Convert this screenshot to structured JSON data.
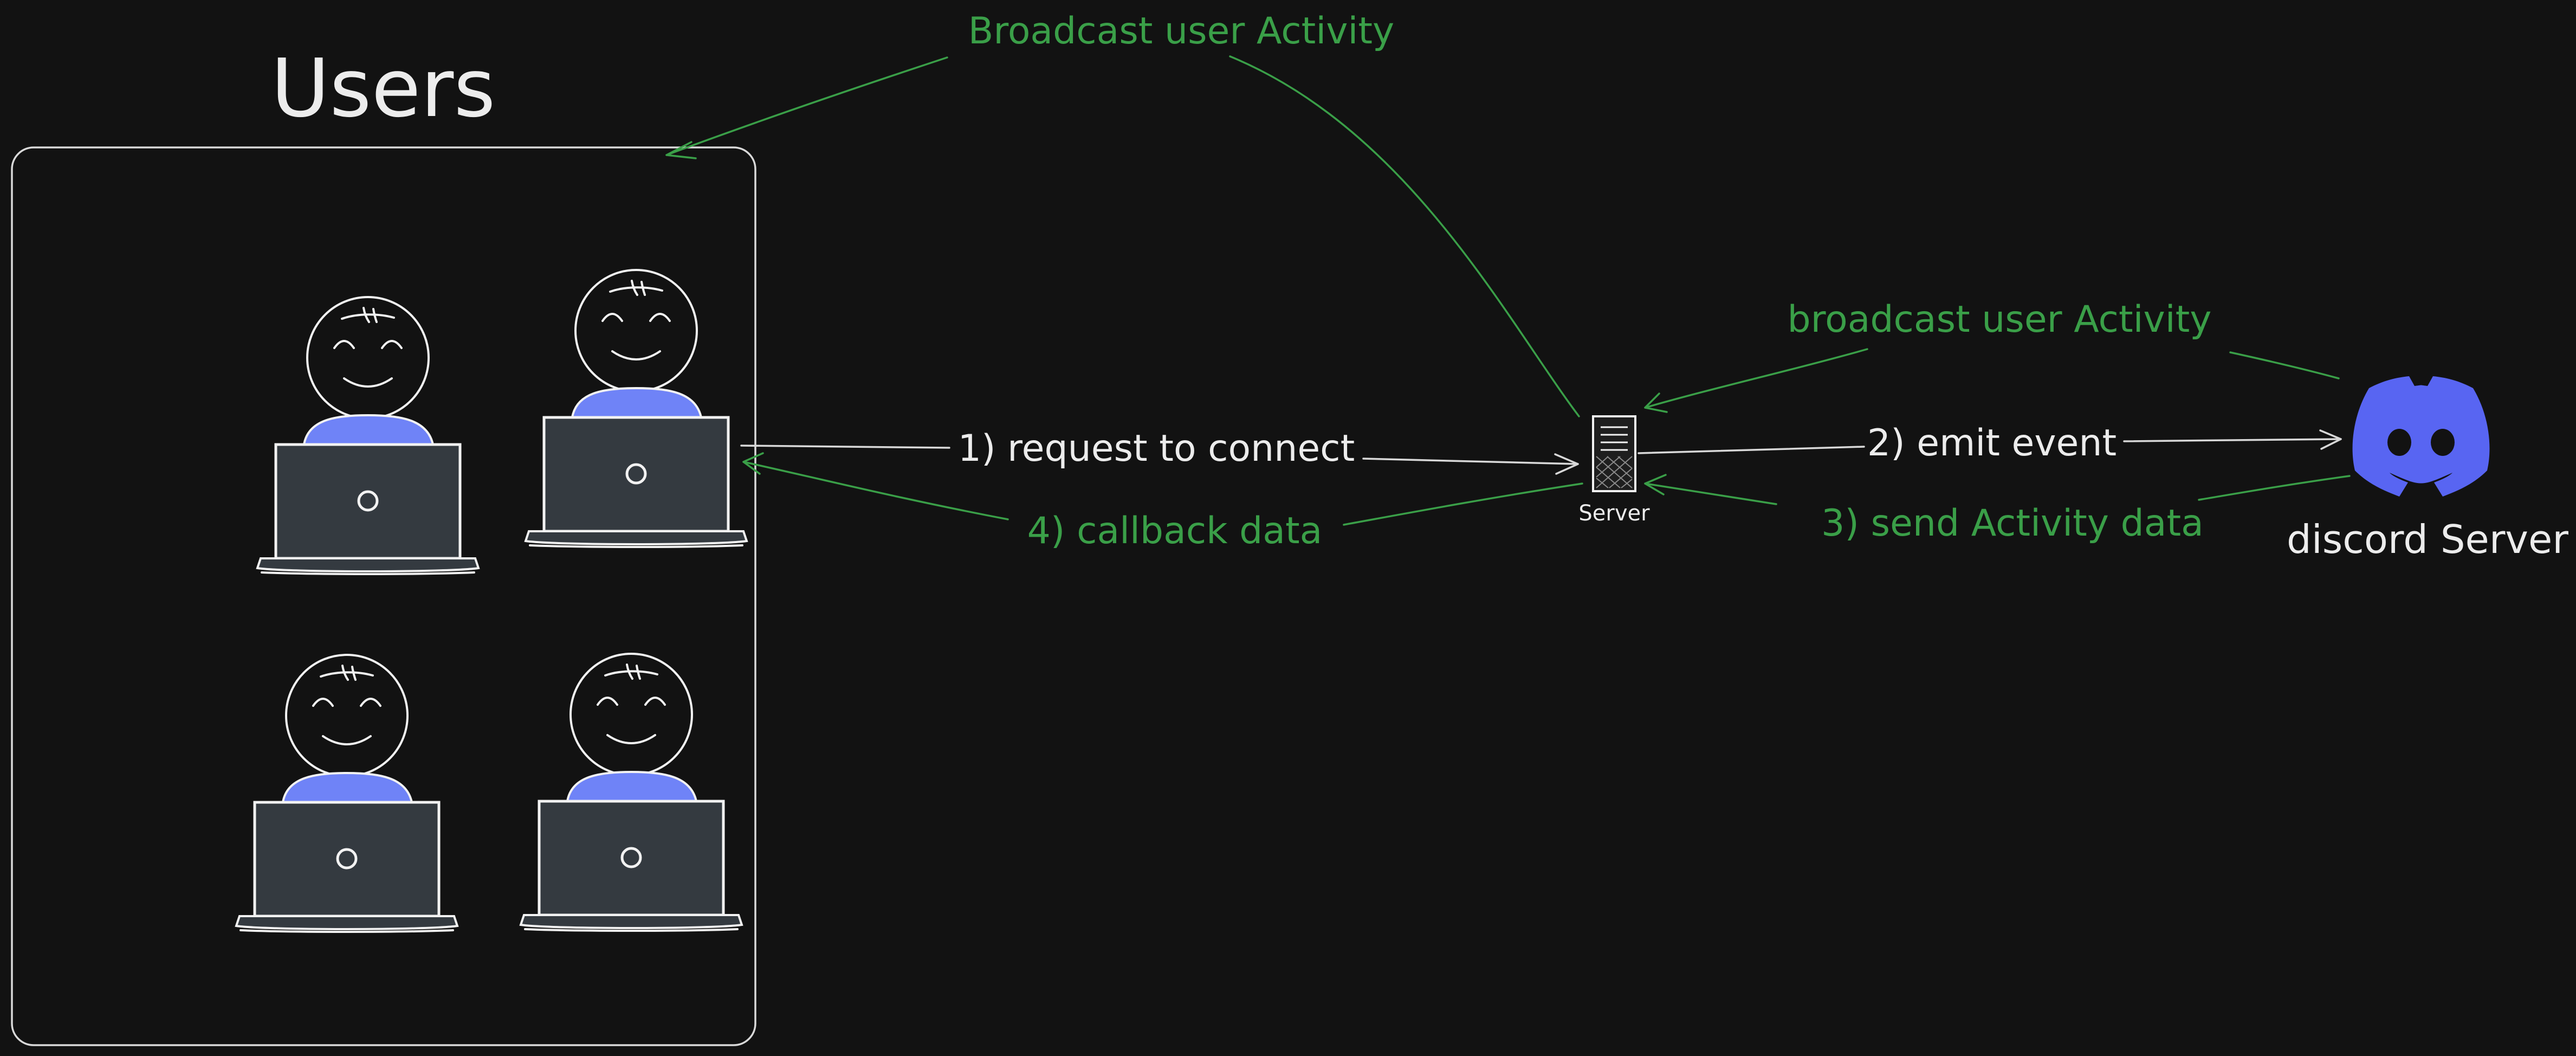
{
  "nodes": {
    "users_title": "Users",
    "server_label": "Server",
    "discord_label": "discord Server"
  },
  "edges": {
    "request": "1) request to connect",
    "emit": "2) emit event",
    "send_activity": "3) send Activity data",
    "callback": "4) callback data",
    "broadcast_top": "Broadcast user Activity",
    "broadcast_right": "broadcast user Activity"
  },
  "colors": {
    "background": "#121212",
    "stroke": "#f2f2f2",
    "accent_green": "#3a9f48",
    "user_shirt": "#6f83f7",
    "laptop_fill": "#343a40",
    "discord_blurple": "#5865f2"
  },
  "icons": [
    "user-with-laptop",
    "server-tower",
    "discord-logo"
  ]
}
